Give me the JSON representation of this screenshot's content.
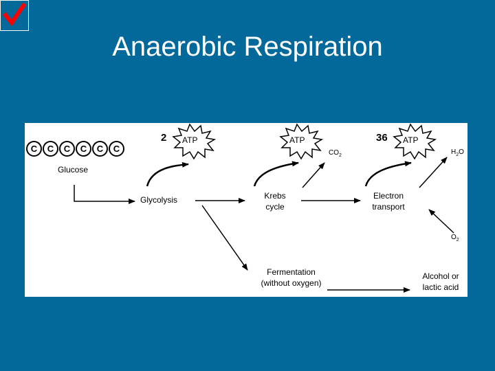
{
  "slide": {
    "title": "Anaerobic Respiration",
    "checkbox_icon": "checkmark-icon",
    "colors": {
      "background": "#03689a",
      "check": "#ff0000"
    }
  },
  "diagram": {
    "glucose_atoms": [
      "C",
      "C",
      "C",
      "C",
      "C",
      "C"
    ],
    "labels": {
      "glucose": "Glucose",
      "glycolysis": "Glycolysis",
      "krebs": "Krebs cycle",
      "electron_transport": "Electron transport",
      "fermentation": "Fermentation (without oxygen)",
      "alcohol": "Alcohol or lactic acid"
    },
    "atp": {
      "label": "ATP",
      "glycolysis_count": "2",
      "electron_transport_count": "36"
    },
    "chemicals": {
      "co2": {
        "base": "CO",
        "sub": "2"
      },
      "h2o": {
        "pre": "H",
        "sub": "2",
        "post": "O"
      },
      "o2": {
        "base": "O",
        "sub": "2"
      }
    }
  }
}
